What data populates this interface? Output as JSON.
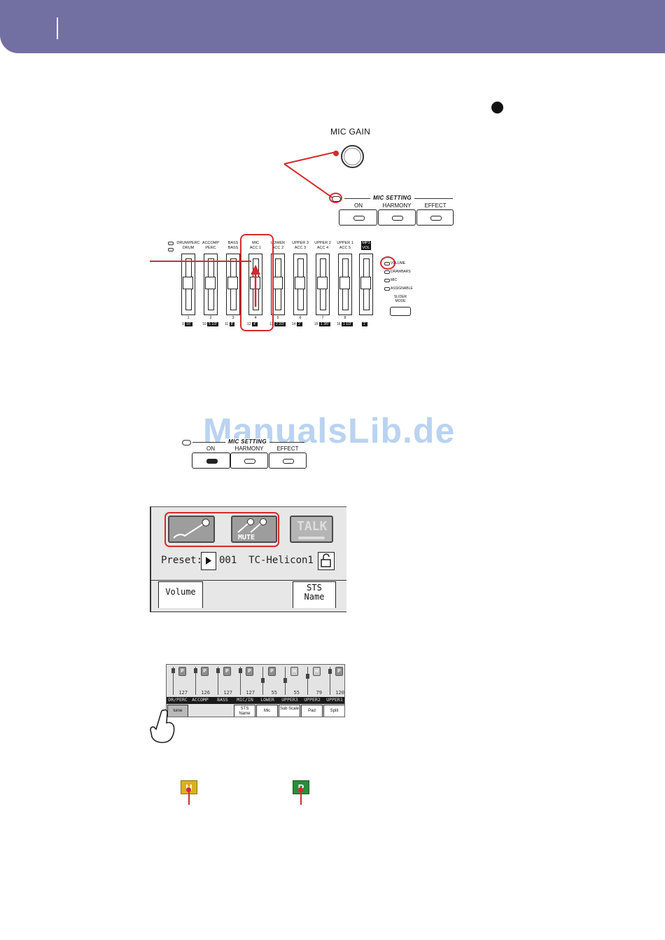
{
  "colors": {
    "header": "#7270a3",
    "callout_red": "#d42a2e",
    "watermark": "#b9d3f1",
    "badge_harmony": "#d8b21a",
    "badge_pad": "#2c8c3a"
  },
  "panel": {
    "mic_gain_label": "MIC GAIN",
    "mic_setting_title": "MIC SETTING",
    "buttons": [
      "ON",
      "HARMONY",
      "EFFECT"
    ]
  },
  "sliders": {
    "row_top_labels": [
      "DRUM/PERC",
      "ACCOMP",
      "BASS",
      "MIC",
      "LOWER",
      "UPPER 3",
      "UPPER 2",
      "UPPER 1",
      "MP3"
    ],
    "row_sub_labels": [
      "DRUM",
      "PERC",
      "BASS",
      "ACC 1",
      "ACC 2",
      "ACC 3",
      "ACC 4",
      "ACC 5",
      "VOL"
    ],
    "numbers": [
      "1",
      "2",
      "3",
      "4",
      "5",
      "6",
      "7",
      "8"
    ],
    "sub_numbers": [
      "9",
      "10",
      "11",
      "12",
      "13",
      "14",
      "15",
      "16"
    ],
    "feet": [
      "16'",
      "5 1/3'",
      "8'",
      "4'",
      "2 2/3'",
      "2'",
      "1 3/5'",
      "1 1/3'",
      "1'"
    ],
    "mode_options": [
      "VOLUME",
      "DRAWBARS",
      "MIC",
      "ASSIGNABLE"
    ],
    "slider_mode_label": "SLIDER MODE"
  },
  "watermark": "ManualsLib.de",
  "lcd": {
    "buttons": {
      "mic_icon": "microphone-icon",
      "mute_label": "MUTE",
      "talk_label": "TALK"
    },
    "preset_label": "Preset:",
    "preset_value": "001  TC-Helicon1",
    "tabs": [
      "Volume",
      "STS",
      "Name"
    ]
  },
  "mixer": {
    "values": [
      "127",
      "126",
      "127",
      "127",
      "55",
      "55",
      "79",
      "120"
    ],
    "badges": [
      "P",
      "P",
      "P",
      "P",
      "P",
      "H",
      "H",
      "P"
    ],
    "channels": [
      "DR/PERC",
      "ACCOMP",
      "BASS",
      "MIC/IN",
      "LOWER",
      "UPPER3",
      "UPPER2",
      "UPPER1"
    ],
    "tabs": [
      "lume",
      "STS Name",
      "Mic",
      "Sub Scale",
      "Pad",
      "Split"
    ]
  },
  "legend_badges": {
    "harmony": "H",
    "pad": "P"
  }
}
